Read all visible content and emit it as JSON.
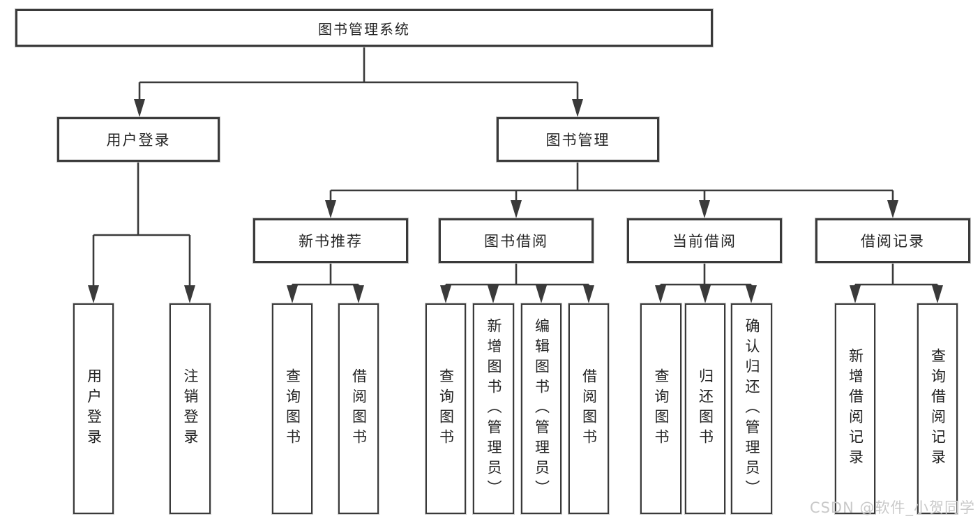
{
  "diagram": {
    "root": {
      "label": "图书管理系统",
      "children": [
        {
          "label": "用户登录",
          "children": [
            {
              "label": "用户登录"
            },
            {
              "label": "注销登录"
            }
          ]
        },
        {
          "label": "图书管理",
          "children": [
            {
              "label": "新书推荐",
              "children": [
                {
                  "label": "查询图书"
                },
                {
                  "label": "借阅图书"
                }
              ]
            },
            {
              "label": "图书借阅",
              "children": [
                {
                  "label": "查询图书"
                },
                {
                  "label": "新增图书（管理员）"
                },
                {
                  "label": "编辑图书（管理员）"
                },
                {
                  "label": "借阅图书"
                }
              ]
            },
            {
              "label": "当前借阅",
              "children": [
                {
                  "label": "查询图书"
                },
                {
                  "label": "归还图书"
                },
                {
                  "label": "确认归还（管理员）"
                }
              ]
            },
            {
              "label": "借阅记录",
              "children": [
                {
                  "label": "新增借阅记录"
                },
                {
                  "label": "查询借阅记录"
                }
              ]
            }
          ]
        }
      ]
    },
    "watermark": "CSDN @软件_小贺同学",
    "colors": {
      "line": "#3a3a3a",
      "box_background": "#ffffff",
      "text": "#242424",
      "watermark": "#c9c9c9"
    }
  }
}
